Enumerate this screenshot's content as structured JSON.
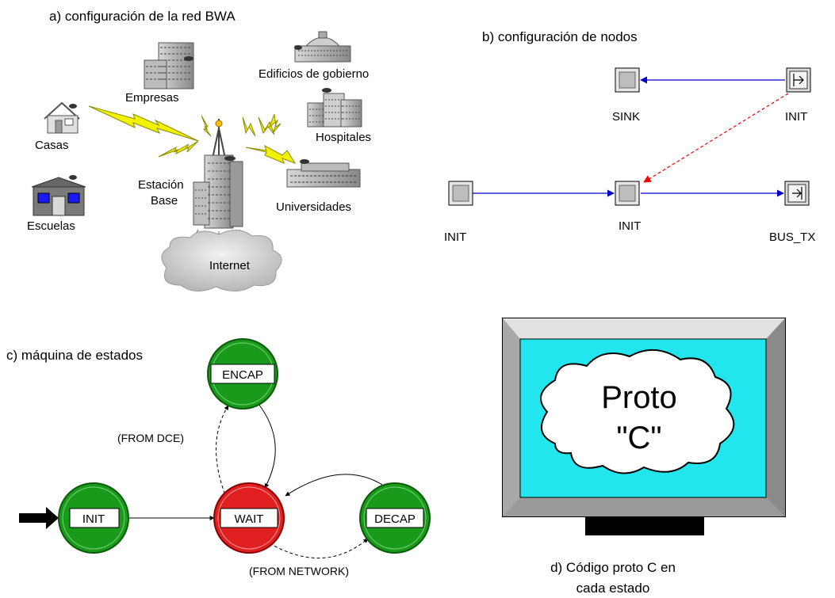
{
  "panel_a": {
    "title": "a) configuración de la red BWA",
    "labels": {
      "empresas": "Empresas",
      "edificios": "Edificios de gobierno",
      "casas": "Casas",
      "hospitales": "Hospitales",
      "estacion_line1": "Estación",
      "estacion_line2": "Base",
      "universidades": "Universidades",
      "escuelas": "Escuelas",
      "internet": "Internet"
    }
  },
  "panel_b": {
    "title": "b) configuración de nodos",
    "nodes": {
      "sink": "SINK",
      "init_top": "INIT",
      "init_left": "INIT",
      "init_center": "INIT",
      "bus_tx": "BUS_TX"
    },
    "colors": {
      "stream": "#0000cc",
      "stat": "#ff0000"
    }
  },
  "panel_c": {
    "title": "c) máquina de estados",
    "states": {
      "encap": "ENCAP",
      "init": "INIT",
      "wait": "WAIT",
      "decap": "DECAP"
    },
    "transitions": {
      "from_dce": "(FROM DCE)",
      "from_network": "(FROM NETWORK)"
    },
    "colors": {
      "forced": "#1a9a1a",
      "unforced": "#e02020"
    }
  },
  "panel_d": {
    "cloud_line1": "Proto",
    "cloud_line2": "\"C\"",
    "caption_line1": "d) Código proto C en",
    "caption_line2": "cada estado",
    "colors": {
      "screen": "#22e5ee",
      "frame": "#c0c0c0"
    }
  }
}
